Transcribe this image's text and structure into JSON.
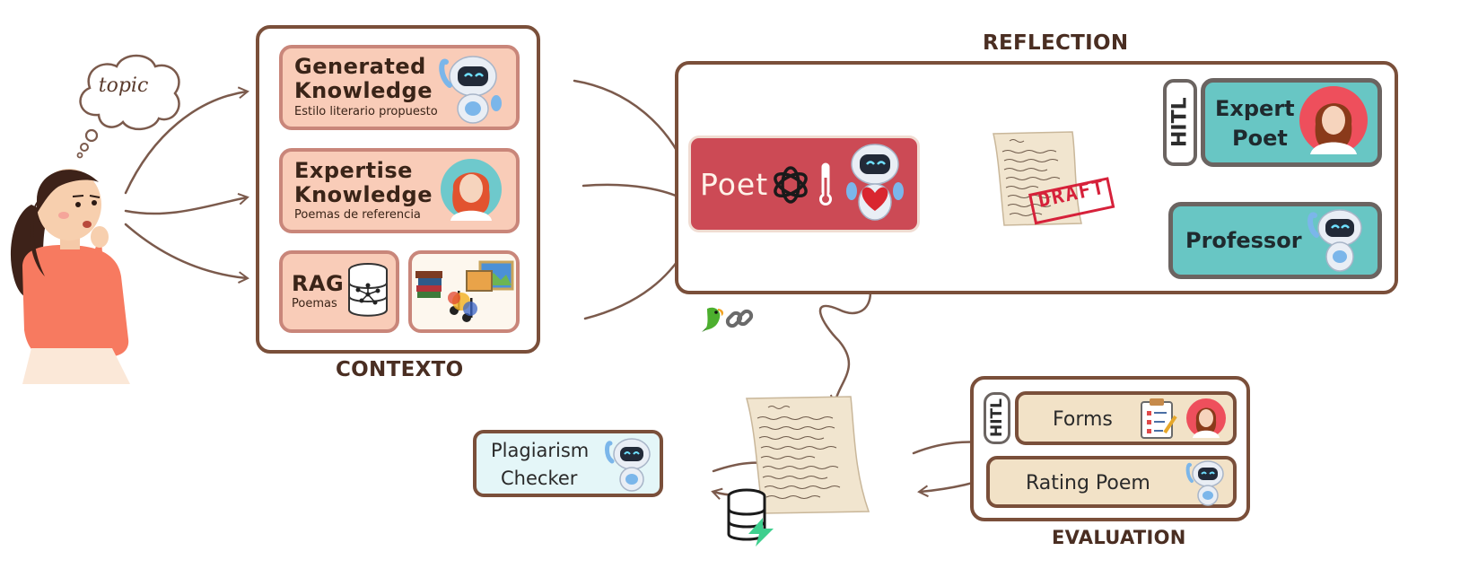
{
  "thought": {
    "text": "topic"
  },
  "contexto": {
    "title": "CONTEXTO",
    "generated": {
      "title_line1": "Generated",
      "title_line2": "Knowledge",
      "subtitle": "Estilo literario propuesto"
    },
    "expertise": {
      "title_line1": "Expertise",
      "title_line2": "Knowledge",
      "subtitle": "Poemas de referencia"
    },
    "rag": {
      "title": "RAG",
      "subtitle": "Poemas"
    }
  },
  "reflection": {
    "title": "REFLECTION",
    "poet": {
      "label": "Poet"
    },
    "draft": {
      "stamp": "DRAFT"
    },
    "hitl": {
      "label": "HITL"
    },
    "expert": {
      "line1": "Expert",
      "line2": "Poet"
    },
    "professor": {
      "label": "Professor"
    }
  },
  "plagiarism": {
    "line1": "Plagiarism",
    "line2": "Checker"
  },
  "evaluation": {
    "title": "EVALUATION",
    "hitl": {
      "label": "HITL"
    },
    "forms": {
      "label": "Forms"
    },
    "rating": {
      "label": "Rating Poem"
    }
  },
  "colors": {
    "frame": "#7a4f3a",
    "peach_box": "#f9ccb8",
    "poet_red": "#cc4a55",
    "teal": "#68c6c4",
    "beige": "#f2e2c7",
    "plagiarism_bg": "#e4f6f8",
    "arrow": "#7b5a4c"
  },
  "icons": [
    "thought-cloud-icon",
    "woman-thinking-icon",
    "robot-icon",
    "woman-avatar-icon",
    "database-network-icon",
    "books-music-images-icon",
    "openai-logo-icon",
    "thermometer-icon",
    "paper-draft-icon",
    "parrot-icon",
    "chain-link-icon",
    "database-icon",
    "flash-icon",
    "clipboard-icon"
  ]
}
